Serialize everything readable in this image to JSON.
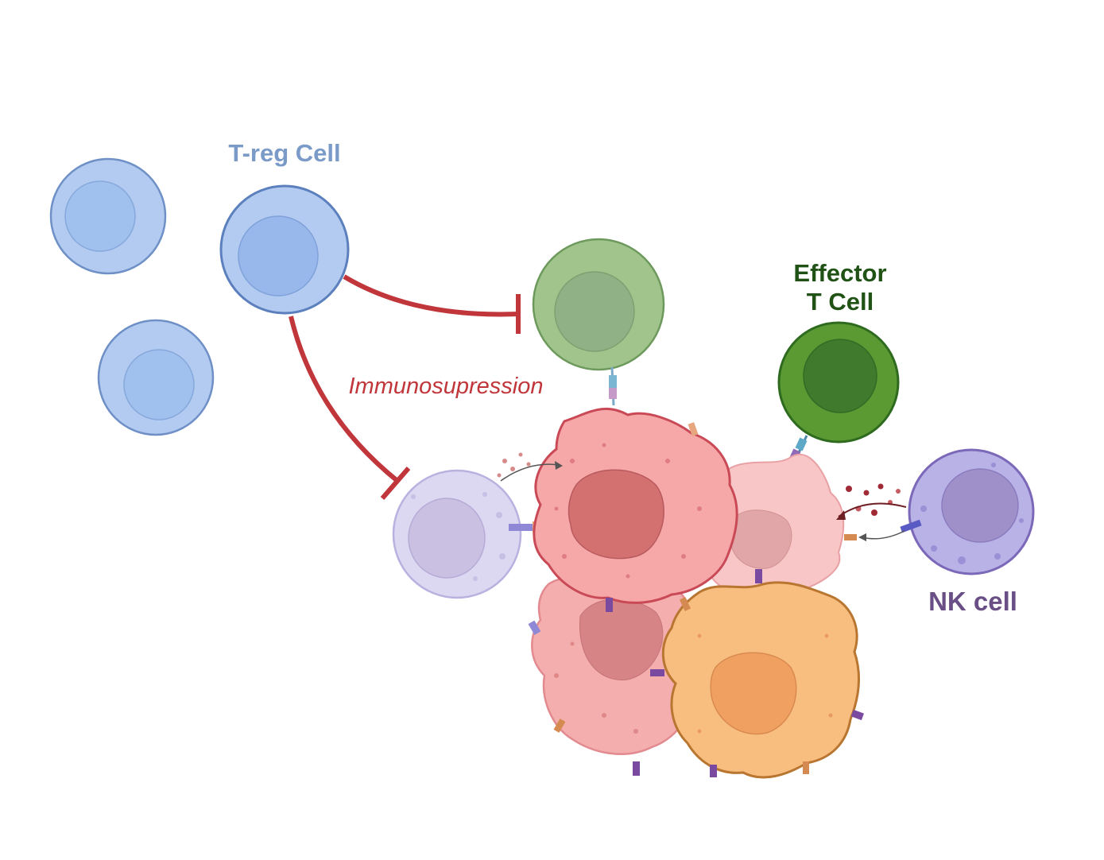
{
  "labels": {
    "treg": "T-reg Cell",
    "effector_line1": "Effector",
    "effector_line2": "T Cell",
    "nk": "NK cell",
    "immunosuppression": "Immunosupression"
  },
  "colors": {
    "treg_text": "#7a9ac8",
    "effector_text": "#1f5214",
    "nk_text": "#6a4f86",
    "immuno_text": "#c0363a",
    "inhibition_line": "#c0363a",
    "treg_fill": "#b3cbf0",
    "treg_nucleus": "#98b8eb",
    "treg_stroke": "#6f90c6",
    "green_cell_fill": "#a0c48b",
    "green_cell_nucleus": "#90b185",
    "effector_fill": "#5b9933",
    "effector_nucleus": "#3f7a2d",
    "nk_fill": "#b8b2e6",
    "nk_nucleus": "#a090c9",
    "lavender_cell_fill": "#dcd8f2",
    "tumor_red": "#f6a8a8",
    "tumor_pink": "#f8c6c6",
    "tumor_orange": "#f8be80"
  }
}
